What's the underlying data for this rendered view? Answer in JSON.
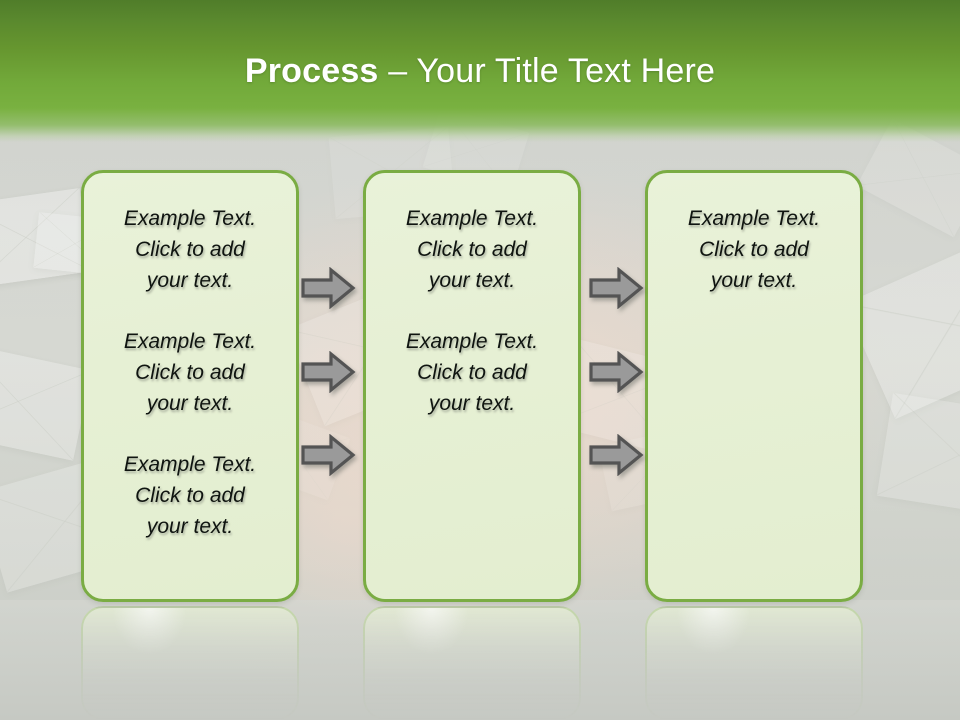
{
  "slide": {
    "title": {
      "bold_part": "Process",
      "dash": " – ",
      "rest": "Your Title Text Here"
    }
  },
  "colors": {
    "header_green_dark": "#507d2a",
    "header_green_light": "#79b140",
    "box_border": "#7aac43",
    "box_fill": "#e6f0d4",
    "arrow_fill": "#9a9a9a",
    "arrow_outline": "#545454",
    "text": "#0f1410",
    "background_gray": "#d2d4cf"
  },
  "columns": [
    {
      "name": "column-1",
      "blocks": [
        "Example Text.\nClick  to add\nyour text.",
        "Example Text.\nClick  to add\nyour text.",
        "Example Text.\nClick  to add\nyour text."
      ]
    },
    {
      "name": "column-2",
      "blocks": [
        "Example Text.\nClick  to add\nyour text.",
        "Example Text.\nClick  to add\nyour text."
      ]
    },
    {
      "name": "column-3",
      "blocks": [
        "Example Text.\nClick  to add\nyour text."
      ]
    }
  ],
  "connectors": {
    "icon": "right-arrow-icon",
    "gap_1_count": 3,
    "gap_2_count": 3
  }
}
